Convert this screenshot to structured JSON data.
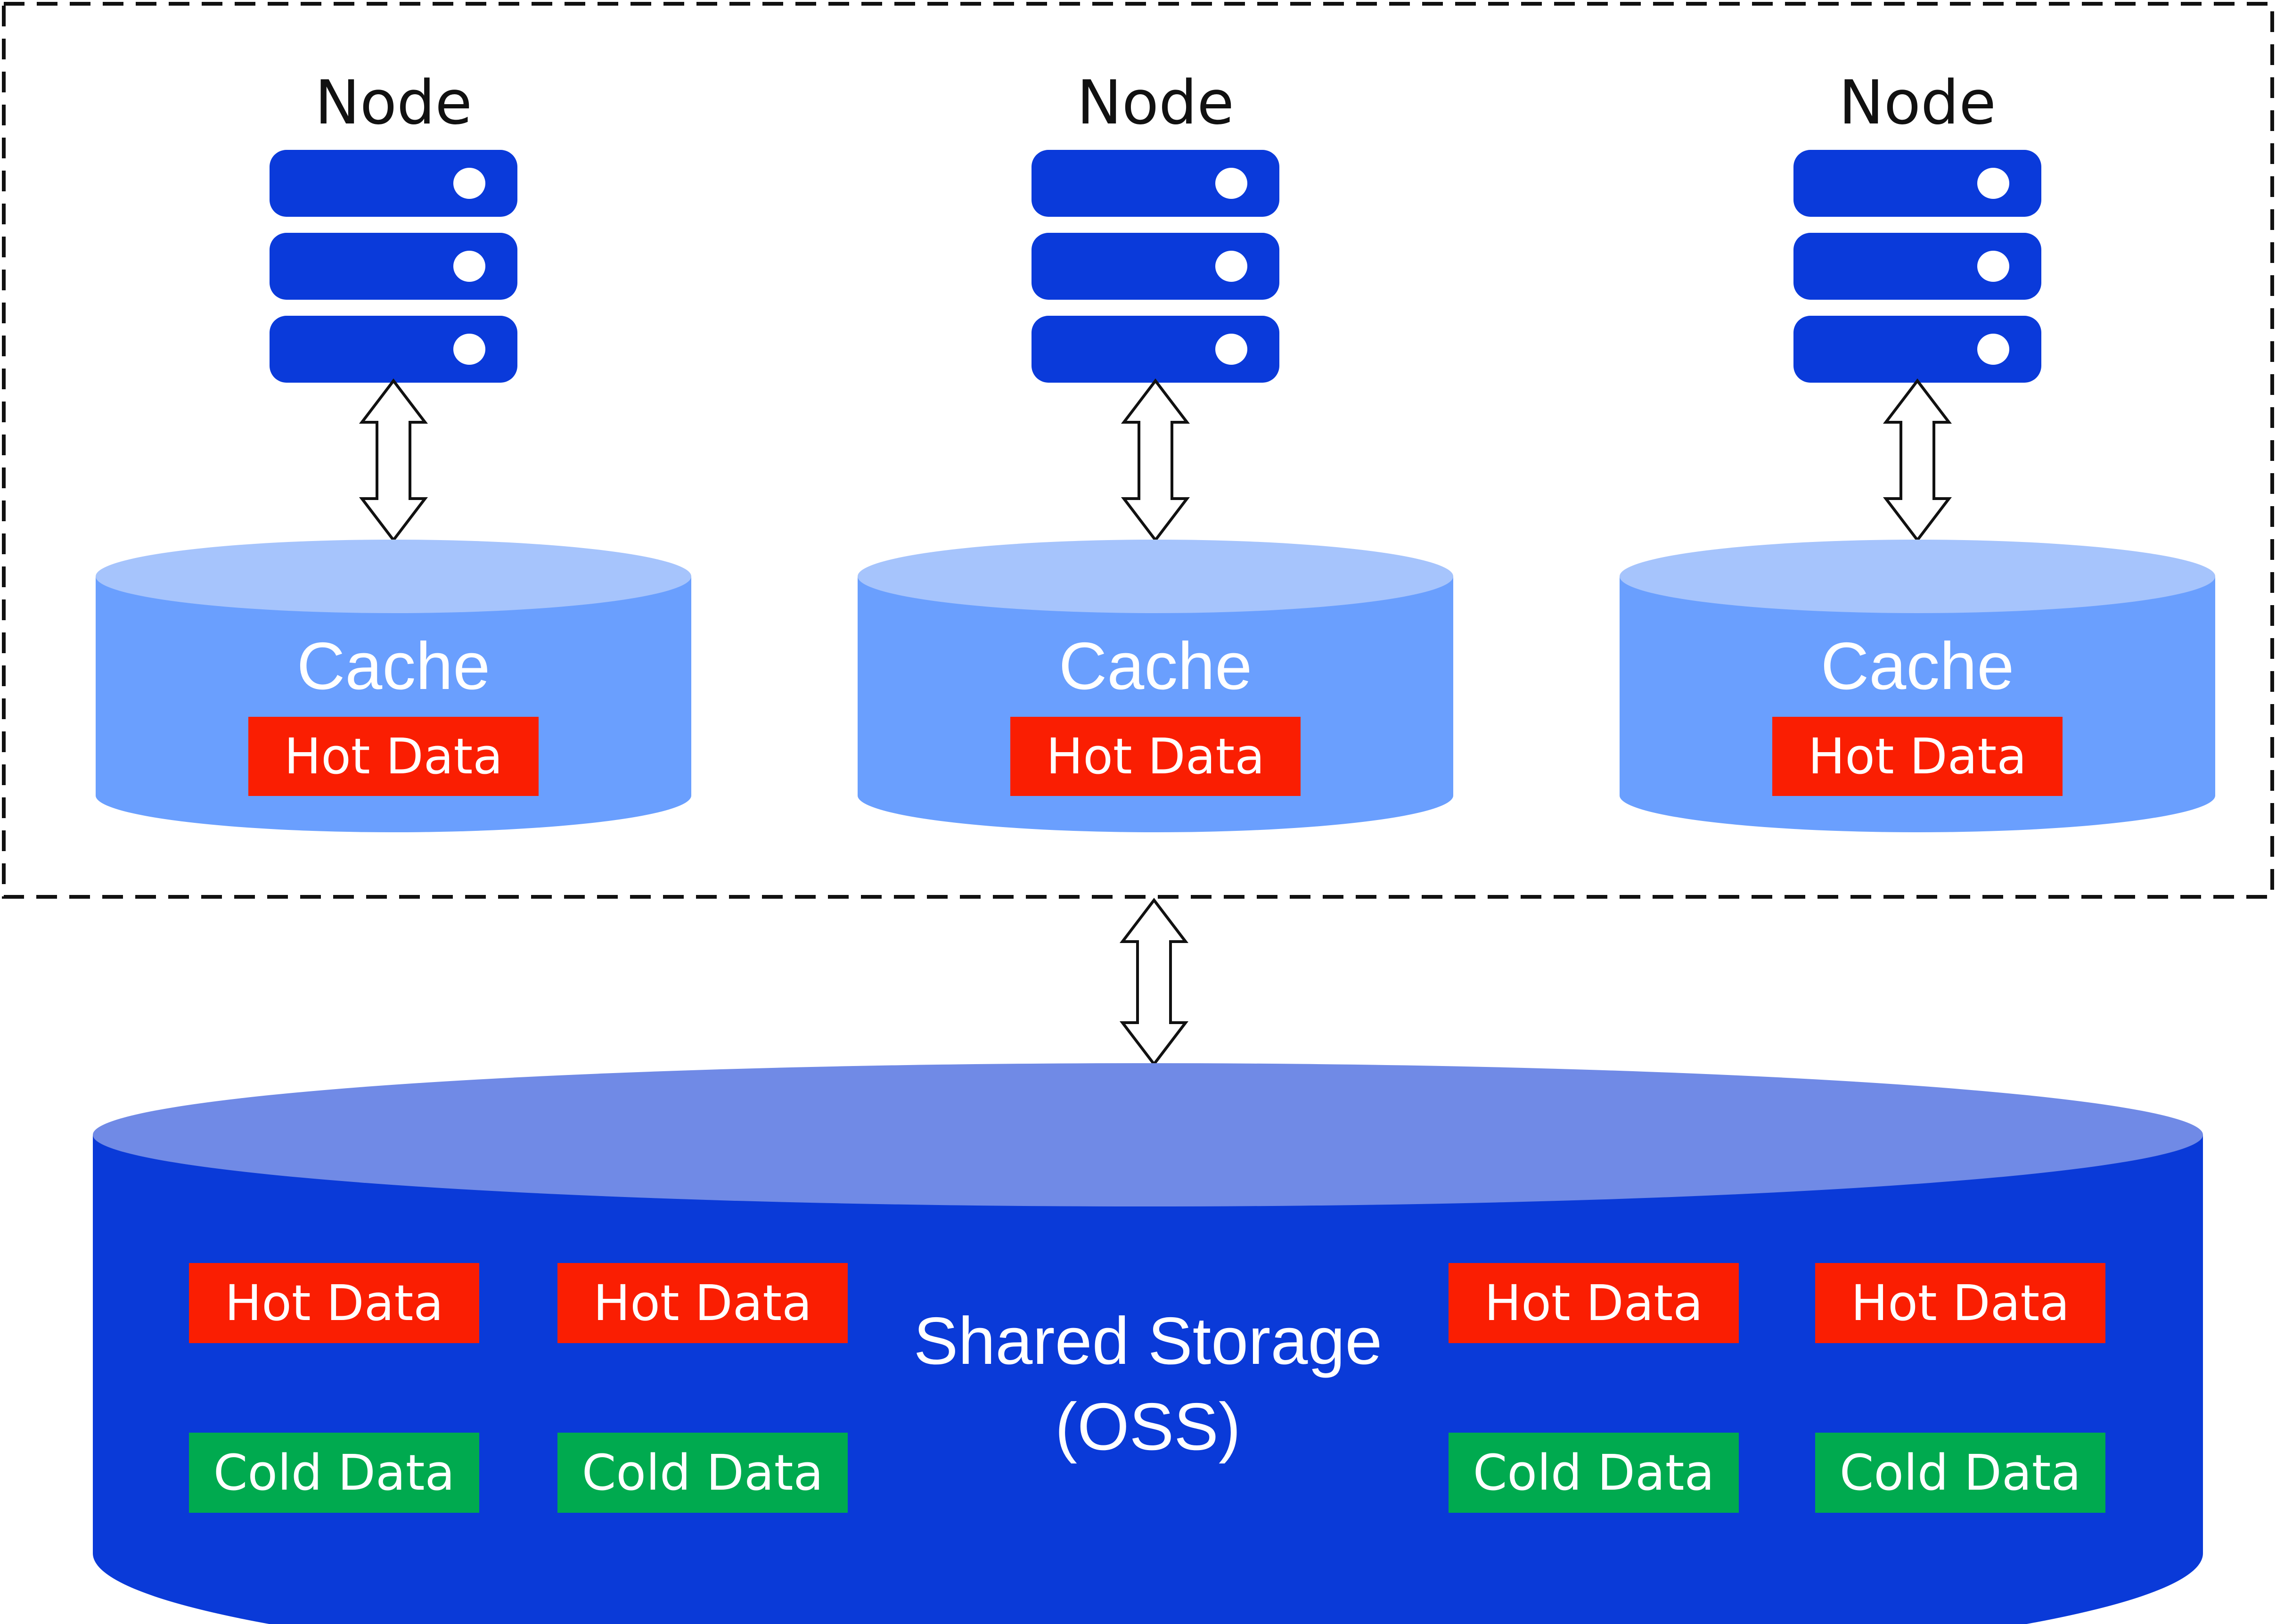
{
  "diagram": {
    "colors": {
      "node_blue": "#0A3ADA",
      "cache_top": "#A6C4FC",
      "cache_body": "#6A9FFE",
      "storage_top": "#708AE6",
      "storage_body": "#0A3AD8",
      "hot": "#FA1E02",
      "cold": "#00AA4F",
      "border": "#111111"
    },
    "compute_group": {
      "nodes": [
        {
          "label": "Node",
          "cache_label": "Cache",
          "cache_chip": "Hot Data"
        },
        {
          "label": "Node",
          "cache_label": "Cache",
          "cache_chip": "Hot Data"
        },
        {
          "label": "Node",
          "cache_label": "Cache",
          "cache_chip": "Hot Data"
        }
      ]
    },
    "storage": {
      "title_line1": "Shared Storage",
      "title_line2": "(OSS)",
      "hot_chips": [
        "Hot Data",
        "Hot Data",
        "Hot Data",
        "Hot Data"
      ],
      "cold_chips": [
        "Cold Data",
        "Cold Data",
        "Cold Data",
        "Cold Data"
      ]
    }
  }
}
